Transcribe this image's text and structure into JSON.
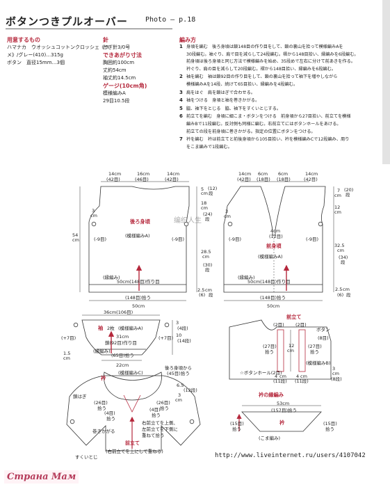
{
  "header": {
    "title": "ボタンつきプルオーバー",
    "photo_ref": "Photo – p.18"
  },
  "materials": {
    "heading": "用意するもの",
    "lines": [
      "ハマナカ　ウオッシュコットンクロッシェ《ラ",
      "メ》/グレー(410)…315g",
      "ボタン　直径15mm…3個"
    ]
  },
  "needle": {
    "heading": "針",
    "lines": [
      "かぎ針3/0号"
    ]
  },
  "finished": {
    "heading": "できあがり寸法",
    "lines": [
      "胸囲約100cm",
      "丈約54cm",
      "袖丈約14.5cm"
    ]
  },
  "gauge": {
    "heading": "ゲージ(10cm角)",
    "lines": [
      "模様編みA",
      "29目10.5段"
    ]
  },
  "method": {
    "heading": "編み方",
    "steps": [
      {
        "n": "1",
        "lines": [
          "身頃を編む　後ろ身頃は鎖148目の作り目をして、鎖の裏山を拾って模様編みAを",
          "30段編む。袖ぐり、肩で目を減らして24段編む。褶から148目拾い、縁編みを6段編む。",
          "前身頃は後ろ身頃と同じ方法で模様編みを始め、35段めで左右に分けて前あきを作る。",
          "衿ぐり、肩の目を減らして20段編む。褶から148目拾い、縁編みを6段編む。"
        ]
      },
      {
        "n": "2",
        "lines": [
          "袖を編む　袖は鎖92目の作り目をして、鎖の裏山を拾って袖下を増やしながら",
          "模様編みAを14段、続けて65目拾い、縁編みを4段編む。"
        ]
      },
      {
        "n": "3",
        "lines": [
          "肩をはぐ　肩を鎖はぎで合わせる。"
        ]
      },
      {
        "n": "4",
        "lines": [
          "袖をつける　身頃と袖を巻きかがる。"
        ]
      },
      {
        "n": "5",
        "lines": [
          "脇、袖下をとじる　脇、袖下をすくいとじする。"
        ]
      },
      {
        "n": "6",
        "lines": [
          "前立てを編む　身頃に細こま・ボタンをつける　前身頃から27目拾い、前立てを模様",
          "編みBで11段編む。反対側も同様に編む。右前立てにはボタンホールをあける。",
          "前立ての段を前身頃に巻きかがる。指定の位置にボタンをつける。"
        ]
      },
      {
        "n": "7",
        "lines": [
          "衿を編む　衿は前立てと前後身頃から105目拾い、衿を模様編みCで12段編み、周り",
          "をこま編みで1段編む。"
        ]
      }
    ]
  },
  "back": {
    "top_left": "14cm",
    "top_left_sts": "(42目)",
    "top_mid": "16cm",
    "top_mid_sts": "(46目)",
    "top_right": "14cm",
    "top_right_sts": "(42目)",
    "shoulder_rows": "5",
    "shoulder_unit": "cm",
    "shoulder_dan": "(12)",
    "shoulder_dan_unit": "段",
    "armhole_cm": "3",
    "armhole_cm_unit": "cm",
    "height_total": "54",
    "height_unit": "cm",
    "right_18": "18",
    "right_18_unit": "cm",
    "right_18_dan": "(24)",
    "right_18_dan_unit": "段",
    "right_28": "28.5",
    "right_28_unit": "cm",
    "right_28_dan": "(30)",
    "right_28_dan_unit": "段",
    "right_25": "2.5",
    "right_25_unit": "cm",
    "right_25_dan": "(6)",
    "right_25_dan_unit": "段",
    "label": "後ろ身頃",
    "pattern": "(模様編みA)",
    "minus_l": "(-9目)",
    "minus_r": "(-9目)",
    "chain": "50cm(148目)作り目",
    "edge": "(縁編み)",
    "bottom_sts": "(148目)拾う",
    "bottom_cm": "50cm"
  },
  "front": {
    "top_left": "14cm",
    "top_left_sts": "(42目)",
    "top_mid": "6cm",
    "top_mid_sts": "(18目)",
    "top_mid2": "6cm",
    "top_mid2_sts": "(18目)",
    "top_right": "14cm",
    "top_right_sts": "(42目)",
    "r7": "7",
    "r7_unit": "cm",
    "r7_dan": "(20)",
    "r7_dan_unit": "段",
    "r12": "12",
    "r12_unit": "cm",
    "r3": "3",
    "r3_unit": "cm",
    "r32": "32.5",
    "r32_unit": "cm",
    "r32_dan": "(34)",
    "r32_dan_unit": "段",
    "r25": "2.5",
    "r25_unit": "cm",
    "r25_dan": "(6)",
    "r25_dan_unit": "段",
    "center_cm": "4cm",
    "center_sts": "(12目)",
    "label": "前身頃",
    "pattern": "(模様編みA)",
    "minus_l": "(-9目)",
    "minus_r": "(-9目)",
    "chain": "50cm(148目)作り目",
    "edge": "(縁編み)",
    "bottom_sts": "(148目)拾う",
    "bottom_cm": "50cm"
  },
  "sleeve": {
    "top": "36cm(106目)",
    "label": "袖",
    "count": "2枚",
    "pattern": "(模様編みA)",
    "mid_cm": "31cm",
    "chain": "鎖(92目)作り目",
    "edge": "(縁編み)",
    "pick": "(65目)拾う",
    "bottom": "22cm",
    "plus_l": "(+7目)",
    "plus_r": "(+7目)",
    "r3": "3",
    "r3_dan": "(4段)",
    "r10": "10",
    "r10_dan": "(14段)",
    "l15": "1.5",
    "l15_unit": "cm"
  },
  "placket": {
    "title": "前立て",
    "sts_l": "(2目)",
    "sts_r": "(2目)",
    "s8": "(8目)",
    "rows_l": "(27目)",
    "rows_l2": "拾う",
    "rows_r": "(27目)",
    "rows_r2": "拾う",
    "cm": "12",
    "cm_unit": "cm",
    "pattern": "(模様編みB)",
    "button": "ボタン",
    "buttonhole": "☆ボタンホール(2目)",
    "bottom_l": "4",
    "bottom_l_unit": "cm",
    "bottom_l_dan": "(11段)",
    "bottom_r": "4",
    "bottom_r_unit": "cm",
    "bottom_r_dan": "(11段)",
    "r3": "3",
    "r3_unit": "cm",
    "r3_dan": "(8段)"
  },
  "collar": {
    "title": "衿",
    "pattern": "(模様編みC)",
    "from_back": "後ろ身頃から",
    "from_back_sts": "(45目)拾う",
    "r65": "6.5",
    "r65_dan": "(12段)",
    "r3": "3",
    "r3_unit": "cm",
    "l26": "(26目)",
    "l26b": "拾う",
    "l4a": "(4目)",
    "l4a_b": "拾う",
    "l4b": "(4目)",
    "l4b_b": "拾う",
    "r26": "(26目)",
    "r26b": "拾う",
    "seam": "鎖はぎ",
    "cover": "巻きかがる",
    "note1": "右前立てを上側、",
    "note2": "左前立てを下側に",
    "note3": "重ねて拾う",
    "front_label": "前立て",
    "front_note": "(右前立てを上にして重ねる)",
    "side": "すくいとじ"
  },
  "collar_edge": {
    "title": "衿の縁編み",
    "top": "53cm",
    "top_sts": "(157目)拾う",
    "label": "衿",
    "l15": "(15目)",
    "l15b": "拾う",
    "r15": "(15目)",
    "r15b": "拾う",
    "bottom": "(こま編み)"
  },
  "footer": {
    "url": "http://www.liveinternet.ru/users/4107042",
    "logo": "Страна Мам"
  },
  "watermark": "编织人生"
}
